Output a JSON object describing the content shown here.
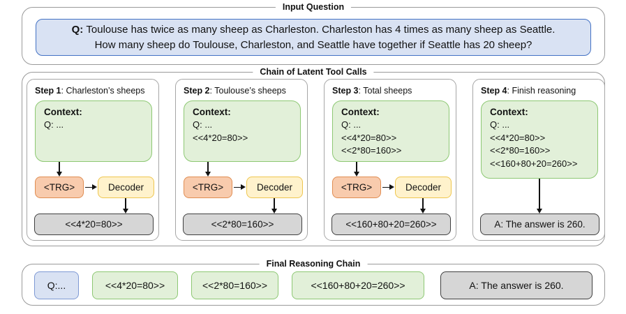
{
  "input_section": {
    "title": "Input Question",
    "question": {
      "prefix": "Q:",
      "line1": "Toulouse has twice as many sheep as Charleston. Charleston has 4 times as many sheep as Seattle.",
      "line2": "How many sheep do Toulouse, Charleston, and Seattle have together if Seattle has 20 sheep?"
    }
  },
  "chain_section": {
    "title": "Chain of Latent Tool Calls",
    "steps": [
      {
        "label_bold": "Step 1",
        "label_rest": ": Charleston’s sheeps",
        "context_title": "Context:",
        "context_lines": [
          "Q: ..."
        ],
        "trg_label": "<TRG>",
        "decoder_label": "Decoder",
        "output": "<<4*20=80>>"
      },
      {
        "label_bold": "Step 2",
        "label_rest": ": Toulouse’s sheeps",
        "context_title": "Context:",
        "context_lines": [
          "Q: ...",
          "<<4*20=80>>"
        ],
        "trg_label": "<TRG>",
        "decoder_label": "Decoder",
        "output": "<<2*80=160>>"
      },
      {
        "label_bold": "Step 3",
        "label_rest": ": Total sheeps",
        "context_title": "Context:",
        "context_lines": [
          "Q: ...",
          "<<4*20=80>>",
          "<<2*80=160>>"
        ],
        "trg_label": "<TRG>",
        "decoder_label": "Decoder",
        "output": "<<160+80+20=260>>"
      },
      {
        "label_bold": "Step 4",
        "label_rest": ": Finish reasoning",
        "context_title": "Context:",
        "context_lines": [
          "Q: ...",
          "<<4*20=80>>",
          "<<2*80=160>>",
          "<<160+80+20=260>>"
        ],
        "output": "A: The answer is 260."
      }
    ]
  },
  "final_section": {
    "title": "Final Reasoning Chain",
    "items": [
      {
        "type": "question",
        "text": "Q:..."
      },
      {
        "type": "tool",
        "text": "<<4*20=80>>"
      },
      {
        "type": "tool",
        "text": "<<2*80=160>>"
      },
      {
        "type": "tool",
        "text": "<<160+80+20=260>>"
      },
      {
        "type": "answer",
        "text": "A: The answer is 260."
      }
    ]
  },
  "colors": {
    "question_fill": "#D9E2F3",
    "question_border": "#4472C4",
    "context_fill": "#E2F0D9",
    "context_border": "#8DC873",
    "trg_fill": "#F8CBAD",
    "trg_border": "#E08D52",
    "decoder_fill": "#FFF2CC",
    "decoder_border": "#EEC64F",
    "output_fill": "#D6D6D6",
    "output_border": "#3F3F3F",
    "panel_border": "#9A9A9A"
  }
}
